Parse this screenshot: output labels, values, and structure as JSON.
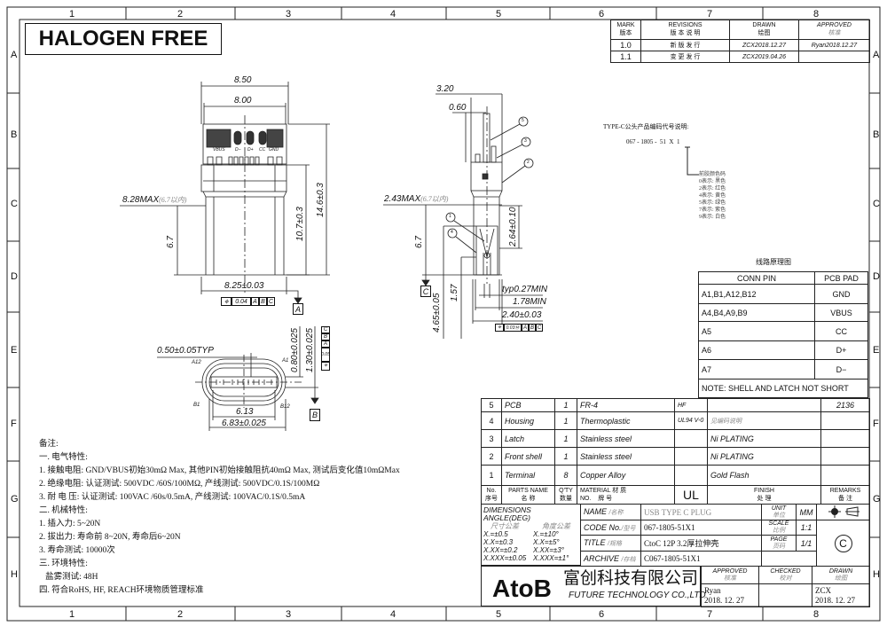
{
  "halogen_label": "HALOGEN FREE",
  "grid": {
    "columns": [
      "1",
      "2",
      "3",
      "4",
      "5",
      "6",
      "7",
      "8"
    ],
    "rows": [
      "A",
      "B",
      "C",
      "D",
      "E",
      "F",
      "G",
      "H"
    ]
  },
  "revisions": {
    "headers": {
      "mark_en": "MARK",
      "mark_cn": "版本",
      "rev_en": "REVISIONS",
      "rev_cn": "版 本 说 明",
      "drawn_en": "DRAWN",
      "drawn_cn": "绘图",
      "approved_en": "APPROVED",
      "approved_cn": "核准"
    },
    "rows": [
      {
        "mark": "1.0",
        "desc": "新 版 发 行",
        "drawn": "ZCX2018.12.27",
        "approved": "Ryan2018.12.27"
      },
      {
        "mark": "1.1",
        "desc": "变 更 发 行",
        "drawn": "ZCX2019.04.26",
        "approved": ""
      }
    ]
  },
  "code_note": {
    "title": "TYPE-C公头产品编码代号说明:",
    "code": "067 - 1805 -  51  X  1",
    "legend_title": "前胶颜色码",
    "legend": [
      "0表示: 黑色",
      "2表示: 红色",
      "4表示: 黄色",
      "5表示: 绿色",
      "7表示: 紫色",
      "9表示: 白色"
    ]
  },
  "connection": {
    "title": "线路原理图",
    "headers": [
      "CONN PIN",
      "PCB PAD"
    ],
    "rows": [
      [
        "A1,B1,A12,B12",
        "GND"
      ],
      [
        "A4,B4,A9,B9",
        "VBUS"
      ],
      [
        "A5",
        "CC"
      ],
      [
        "A6",
        "D+"
      ],
      [
        "A7",
        "D−"
      ]
    ],
    "note": "NOTE: SHELL AND LATCH NOT SHORT"
  },
  "bom": {
    "rows": [
      {
        "no": "5",
        "name": "PCB",
        "qty": "1",
        "material": "FR-4",
        "grade": "HF",
        "finish": "",
        "remarks": "2136"
      },
      {
        "no": "4",
        "name": "Housing",
        "qty": "1",
        "material": "Thermoplastic",
        "grade": "UL94 V-0",
        "finish": "见编码说明",
        "remarks": ""
      },
      {
        "no": "3",
        "name": "Latch",
        "qty": "1",
        "material": "Stainless steel",
        "grade": "",
        "finish": "Ni PLATING",
        "remarks": ""
      },
      {
        "no": "2",
        "name": "Front shell",
        "qty": "1",
        "material": "Stainless steel",
        "grade": "",
        "finish": "Ni PLATING",
        "remarks": ""
      },
      {
        "no": "1",
        "name": "Terminal",
        "qty": "8",
        "material": "Copper Alloy",
        "grade": "",
        "finish": "Gold Flash",
        "remarks": ""
      }
    ],
    "headers": {
      "no_en": "No.",
      "no_cn": "序号",
      "name_en": "PARTS NAME",
      "name_cn": "名 称",
      "qty_en": "Q'TY",
      "qty_cn": "数量",
      "material_en": "MATERIAL",
      "material_cn": "材 质",
      "mno_en": "NO.",
      "mno_cn": "牌 号",
      "ul": "UL",
      "finish_en": "FINISH",
      "finish_cn": "处 理",
      "remarks_en": "REMARKS",
      "remarks_cn": "备 注"
    }
  },
  "title_block": {
    "tolerance_title": "DIMENSIONS ANGLE(DEG)",
    "tolerance_sub_dim": "尺寸公差",
    "tolerance_sub_ang": "角度公差",
    "tolerances": [
      [
        "X.=±0.5",
        "X.=±10°"
      ],
      [
        "X.X=±0.3",
        "X.X=±5°"
      ],
      [
        "X.XX=±0.2",
        "X.XX=±3°"
      ],
      [
        "X.XXX=±0.05",
        "X.XXX=±1°"
      ]
    ],
    "name_label": "NAME",
    "name_cn": "/名称",
    "name": "USB TYPE C PLUG",
    "code_label": "CODE No.",
    "code_cn": "/型号",
    "code": "067-1805-51X1",
    "title_label": "TITLE",
    "title_cn": "/规格",
    "title": "CtoC 12P 3.2厚拉伸壳",
    "archive_label": "ARCHIVE",
    "archive_cn": "/存档",
    "archive": "C067-1805-51X1",
    "unit_en": "UNIT",
    "unit_cn": "单位",
    "unit": "MM",
    "scale_en": "SCALE",
    "scale_cn": "比例",
    "scale": "1:1",
    "page_en": "PAGE",
    "page_cn": "页码",
    "page": "1/1",
    "copyright": "C",
    "logo": "AtoB",
    "company_cn": "富创科技有限公司",
    "company_en": "FUTURE TECHNOLOGY CO.,LTD",
    "approved_en": "APPROVED",
    "approved_cn": "核准",
    "approved_by": "Ryan",
    "approved_date": "2018. 12. 27",
    "checked_en": "CHECKED",
    "checked_cn": "校对",
    "drawn_en": "DRAWN",
    "drawn_cn": "绘图",
    "drawn_by": "ZCX",
    "drawn_date": "2018. 12. 27"
  },
  "notes": [
    "备注:",
    "一. 电气特性:",
    "1. 接触电阻: GND/VBUS初始30mΩ Max, 其他PIN初始接触阻抗40mΩ Max, 测试后变化值10mΩMax",
    "2. 绝缘电阻: 认证测试: 500VDC /60S/100MΩ, 产线测试: 500VDC/0.1S/100MΩ",
    "3. 耐 电 压: 认证测试: 100VAC /60s/0.5mA, 产线测试: 100VAC/0.1S/0.5mA",
    "二. 机械特性:",
    "1. 插入力: 5~20N",
    "2. 拔出力: 寿命前 8~20N, 寿命后6~20N",
    "3. 寿命测试: 10000次",
    "三. 环境特性:",
    "   盐雾测试: 48H",
    "四. 符合RoHS, HF, REACH环境物质管理标准"
  ],
  "front_view": {
    "dim_850": "8.50",
    "dim_800": "8.00",
    "dim_146": "14.6±0.3",
    "dim_107": "10.7±0.3",
    "dim_67": "6.7",
    "dim_828": "8.28MAX",
    "dim_828_note": "(6.7以内)",
    "dim_825": "8.25±0.03",
    "tol": [
      "0.04",
      "A",
      "B",
      "C"
    ],
    "datum": "A",
    "pads": [
      "VBUS",
      "D−",
      "D+",
      "CC",
      "GND"
    ]
  },
  "side_view": {
    "dim_320": "3.20",
    "dim_060": "0.60",
    "dim_243": "2.43MAX",
    "dim_243_note": "(6.7以内)",
    "dim_67": "6.7",
    "dim_264": "2.64±0.10",
    "dim_465": "4.65±0.05",
    "dim_157": "1.57",
    "dim_027": "typ0.27MIN",
    "dim_178": "1.78MIN",
    "dim_240": "2.40±0.03",
    "tol": [
      "0.03Ⓜ",
      "A",
      "B",
      "C"
    ],
    "datum": "C",
    "balloons": [
      "5",
      "3",
      "2",
      "1",
      "4"
    ]
  },
  "end_view": {
    "dim_050": "0.50±0.05TYP",
    "dim_080": "0.80±0.025",
    "dim_130": "1.30±0.025",
    "dim_613": "6.13",
    "dim_683": "6.83±0.025",
    "datum": "B",
    "pins": [
      "A12",
      "A1",
      "B1",
      "B12"
    ],
    "tol": [
      "0.05",
      "A",
      "B",
      "C"
    ]
  }
}
